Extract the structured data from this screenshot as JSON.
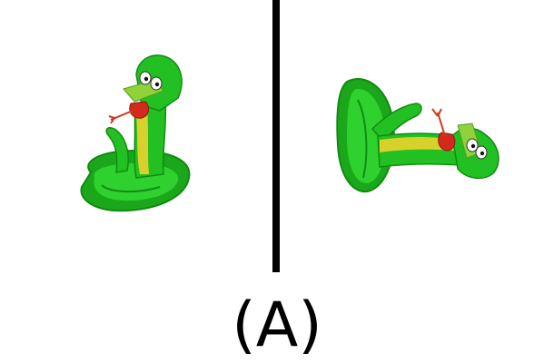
{
  "figure": {
    "label": "(A)",
    "panels": [
      {
        "subject": "snake-figure",
        "view": "upright"
      },
      {
        "subject": "snake-figure",
        "view": "rotated"
      }
    ]
  },
  "colors": {
    "snake_green": "#22c022",
    "snake_dark_green": "#159015",
    "belly_yellow": "#d8d12b",
    "mouth_red": "#d42a1e",
    "tongue_red": "#d23a1a",
    "divider": "#000000",
    "background": "#ffffff"
  }
}
